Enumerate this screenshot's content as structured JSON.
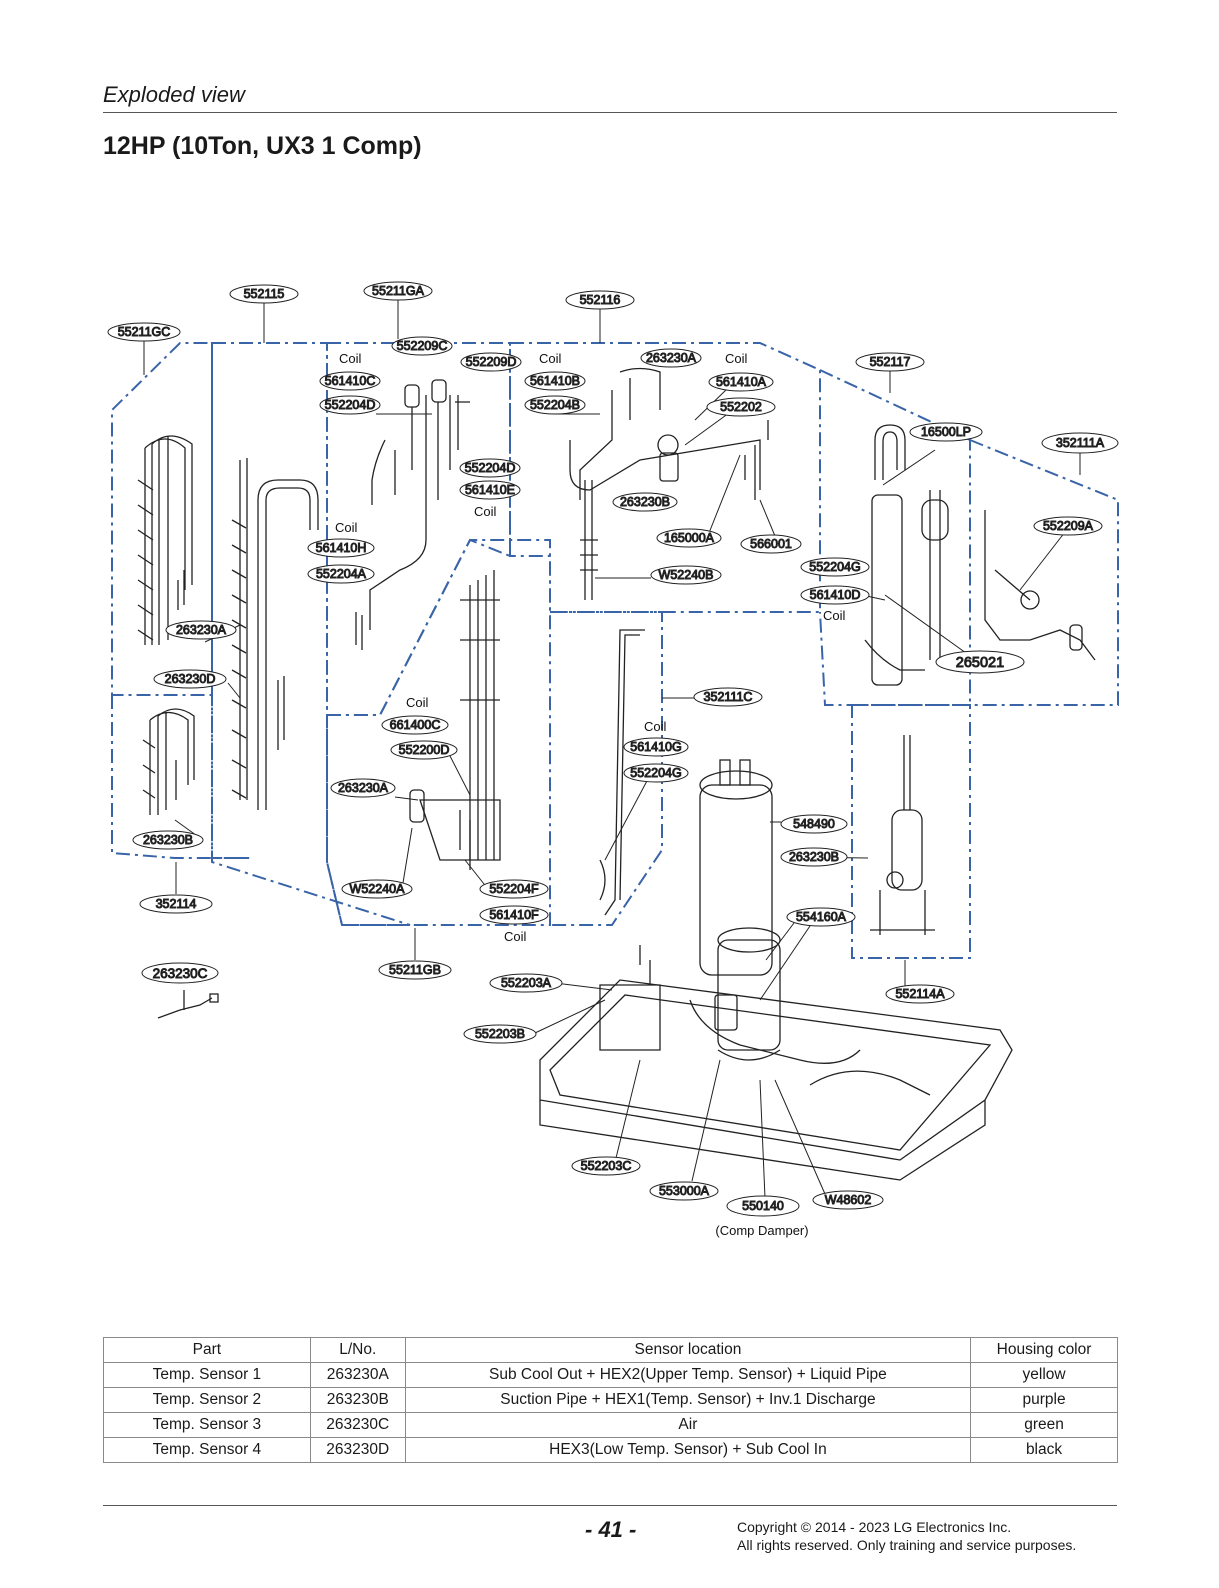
{
  "header": {
    "section": "Exploded view",
    "title": "12HP (10Ton, UX3 1 Comp)"
  },
  "diagram": {
    "callouts": {
      "c552115": "552115",
      "c55211GA": "55211GA",
      "c552116": "552116",
      "c55211GC": "55211GC",
      "c552209C": "552209C",
      "c552209D": "552209D",
      "c263230A_top": "263230A",
      "c552117": "552117",
      "c561410C": "561410C",
      "c561410B": "561410B",
      "c561410A": "561410A",
      "c552204D_1": "552204D",
      "c552204B": "552204B",
      "c552202": "552202",
      "c16500LP": "16500LP",
      "c352111A": "352111A",
      "c552204D_2": "552204D",
      "c561410E": "561410E",
      "c263230B_top": "263230B",
      "c552209A": "552209A",
      "c165000A": "165000A",
      "c566001": "566001",
      "c561410H": "561410H",
      "c552204A": "552204A",
      "cW52240B": "W52240B",
      "c552204G_top": "552204G",
      "c561410D": "561410D",
      "c263230A_left": "263230A",
      "c265021": "265021",
      "c263230D": "263230D",
      "c352111C": "352111C",
      "c661400C": "661400C",
      "c561410G": "561410G",
      "c552200D": "552200D",
      "c552204G": "552204G",
      "c263230A_mid": "263230A",
      "c548490": "548490",
      "c263230B_right": "263230B",
      "c263230B_left": "263230B",
      "cW52240A": "W52240A",
      "c552204F": "552204F",
      "c352114": "352114",
      "c561410F": "561410F",
      "c554160A": "554160A",
      "c55211GB": "55211GB",
      "c263230C": "263230C",
      "c552203A": "552203A",
      "c552114A": "552114A",
      "c552203B": "552203B",
      "c552203C": "552203C",
      "c553000A": "553000A",
      "c550140": "550140",
      "cW48602": "W48602"
    },
    "coil_label": "Coil",
    "comp_damper_note": "(Comp Damper)"
  },
  "table": {
    "headers": [
      "Part",
      "L/No.",
      "Sensor location",
      "Housing color"
    ],
    "rows": [
      [
        "Temp. Sensor 1",
        "263230A",
        "Sub Cool Out + HEX2(Upper Temp. Sensor) + Liquid Pipe",
        "yellow"
      ],
      [
        "Temp. Sensor 2",
        "263230B",
        "Suction Pipe + HEX1(Temp. Sensor) + Inv.1  Discharge",
        "purple"
      ],
      [
        "Temp. Sensor 3",
        "263230C",
        "Air",
        "green"
      ],
      [
        "Temp. Sensor 4",
        "263230D",
        "HEX3(Low Temp. Sensor) + Sub Cool In",
        "black"
      ]
    ]
  },
  "footer": {
    "page_number": "- 41 -",
    "copyright_line1": "Copyright © 2014 - 2023 LG Electronics Inc.",
    "copyright_line2": "All rights reserved. Only training and service purposes."
  },
  "colors": {
    "dash_frame": "#3a64a8",
    "line": "#222222"
  }
}
